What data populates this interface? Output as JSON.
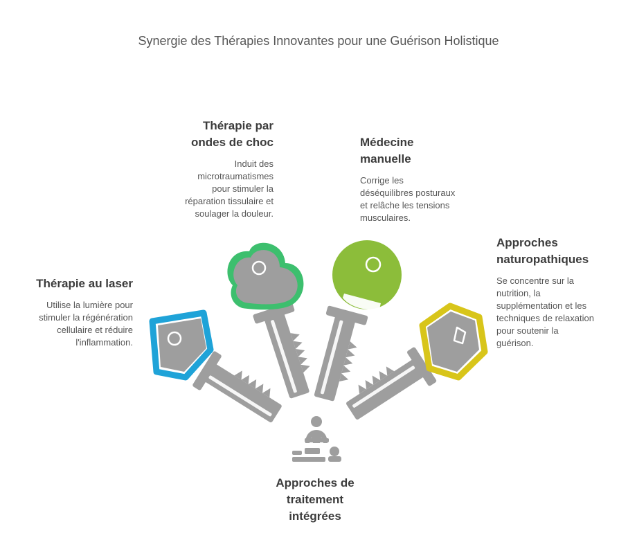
{
  "title": "Synergie des Thérapies Innovantes pour une Guérison Holistique",
  "items": [
    {
      "title_lines": [
        "Thérapie au laser"
      ],
      "desc_lines": [
        "Utilise la lumière pour",
        "stimuler la régénération",
        "cellulaire et réduire",
        "l'inflammation."
      ],
      "color": "#1fa3d8"
    },
    {
      "title_lines": [
        "Thérapie par",
        "ondes de choc"
      ],
      "desc_lines": [
        "Induit des",
        "microtraumatismes",
        "pour stimuler la",
        "réparation tissulaire et",
        "soulager la douleur."
      ],
      "color": "#3dbf6e"
    },
    {
      "title_lines": [
        "Médecine",
        "manuelle"
      ],
      "desc_lines": [
        "Corrige les",
        "déséquilibres posturaux",
        "et relâche les tensions",
        "musculaires."
      ],
      "color": "#8cbd3a"
    },
    {
      "title_lines": [
        "Approches",
        "naturopathiques"
      ],
      "desc_lines": [
        "Se concentre sur la",
        "nutrition, la",
        "supplémentation et les",
        "techniques de relaxation",
        "pour soutenir la",
        "guérison."
      ],
      "color": "#d8c51a"
    }
  ],
  "center": {
    "title_lines": [
      "Approches de",
      "traitement",
      "intégrées"
    ],
    "icon": "massage-therapy-icon"
  },
  "key_color": "#9e9e9e"
}
